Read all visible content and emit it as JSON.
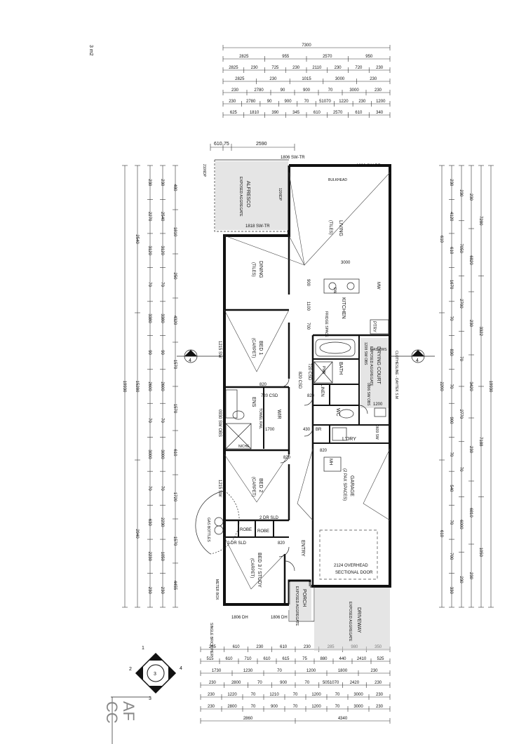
{
  "margin_note": "3 m2",
  "rooms": {
    "alfresco": {
      "name": "ALFRESCO",
      "note": "EXPOSED AGGREGATE"
    },
    "living": {
      "name": "LIVING",
      "floor": "(TILES)"
    },
    "dining": {
      "name": "DINING",
      "floor": "(TILES)"
    },
    "kitchen": {
      "name": "KITCHEN"
    },
    "bed1": {
      "name": "BED 1",
      "floor": "(CARPET)"
    },
    "ens": {
      "name": "ENS"
    },
    "wir": {
      "name": "WIR"
    },
    "bath": {
      "name": "BATH"
    },
    "linen": {
      "name": "LINEN"
    },
    "wc": {
      "name": "WC"
    },
    "ldry": {
      "name": "L'DRY"
    },
    "drying_court": {
      "name": "DRYING COURT",
      "note": "EXPOSED AGGREGATE"
    },
    "bed2": {
      "name": "BED 2",
      "floor": "(CARPET)"
    },
    "garage": {
      "name": "GARAGE",
      "note": "(2 PAX SPACES)"
    },
    "bed3": {
      "name": "BED 3 / STUDY",
      "floor": "(CARPET)"
    },
    "porch": {
      "name": "PORCH",
      "note": "EXPOSED AGGREGATE"
    },
    "driveway": {
      "name": "DRIVEWAY",
      "note": "EXPOSED AGGREGATE"
    },
    "entry": {
      "name": "ENTRY"
    },
    "robe_a": {
      "name": "ROBE"
    },
    "robe_b": {
      "name": "ROBE"
    }
  },
  "fixtures": {
    "bulkhead": "BULKHEAD",
    "pantry": "PTRY",
    "mw": "MW",
    "fridge": "FRIDGE SPACE",
    "dw": "DW",
    "mh": "MH",
    "niche": "NICHE",
    "towel_rail": "TOWEL RAIL",
    "gas_hws": "GAS HWS",
    "clothesline": "CLOTHESLINE - DAYTEK S.M",
    "gas_bottles": "GAS BOTTLES",
    "meter_box": "METER BOX",
    "br": "BR",
    "pwb": "PWB",
    "single_brick_pier": "SINGLE BRICK PIER"
  },
  "openings": {
    "sw_tr_top": "1806 SW-TR",
    "sw_tr_top_b": "1806 SW-DP",
    "sw_tr_alfresco": "1818 SW-TR",
    "sw_1215_a": "1215 SW",
    "sw_1215_b": "1215 SW",
    "sw_0930": "0930 SW OBS",
    "csd_820": "820 CSD",
    "csd_720": "720 CSD",
    "csd_720b": "720 CSD",
    "dr_sld_a": "2 DR SLD",
    "dr_sld_b": "2 DR SLD",
    "overhead_door_a": "2124 OVERHEAD",
    "overhead_door_b": "SECTIONAL DOOR",
    "dh_1806": "1806 DH",
    "dh_1806b": "1806 DH",
    "sw_1208": "1208 SW OBS",
    "sw_0806": "0806 SW OBS",
    "sw_0609": "0609 SW",
    "fp_1": "2106DP",
    "fp_2": "1206DP",
    "d_820a": "820",
    "d_820b": "820",
    "d_820c": "820",
    "d_820d": "820",
    "d_820e": "820",
    "d_430": "430",
    "d_900": "900",
    "d_1100": "1100",
    "d_700": "700",
    "d_1700": "1700",
    "d_3000": "3000",
    "d_1200": "1200"
  },
  "top_dims": [
    {
      "cells": [
        "7300"
      ]
    },
    {
      "cells": [
        "2825",
        "955",
        "2570",
        "950"
      ]
    },
    {
      "cells": [
        "2825",
        "230",
        "725",
        "230",
        "2110",
        "230",
        "720",
        "230"
      ]
    },
    {
      "cells": [
        "2825",
        "230",
        "1015",
        "3000",
        "230"
      ]
    },
    {
      "cells": [
        "230",
        "2780",
        "90",
        "900",
        "70",
        "3000",
        "230"
      ]
    },
    {
      "cells": [
        "230",
        "2780",
        "90",
        "900",
        "70",
        "51070",
        "1220",
        "230",
        "1200"
      ]
    },
    {
      "cells": [
        "625",
        "1810",
        "390",
        "345",
        "610",
        "2570",
        "610",
        "340"
      ]
    }
  ],
  "top_small": [
    "610",
    "75",
    "2590"
  ],
  "bottom_dims": [
    {
      "cells": [
        "285",
        "610",
        "230",
        "610",
        "230",
        "285",
        "980",
        "350"
      ]
    },
    {
      "cells": [
        "515",
        "610",
        "710",
        "610",
        "615",
        "75",
        "880",
        "440",
        "2410",
        "525"
      ]
    },
    {
      "cells": [
        "1730",
        "1230",
        "70",
        "1200",
        "1800",
        "230"
      ]
    },
    {
      "cells": [
        "230",
        "2800",
        "70",
        "900",
        "70",
        "5051070",
        "2420",
        "230"
      ]
    },
    {
      "cells": [
        "230",
        "1220",
        "70",
        "1210",
        "70",
        "1200",
        "70",
        "3000",
        "230"
      ]
    },
    {
      "cells": [
        "230",
        "2800",
        "70",
        "900",
        "70",
        "1200",
        "70",
        "3000",
        "230"
      ]
    },
    {
      "cells": [
        "2860",
        "4340"
      ]
    }
  ],
  "left_dims": [
    {
      "cells": [
        "19930"
      ]
    },
    {
      "cells": [
        "2540",
        "15280",
        "2940"
      ]
    },
    {
      "cells": [
        "230",
        "2270",
        "3120",
        "70",
        "3380",
        "90",
        "2600",
        "70",
        "3000",
        "70",
        "630",
        "2230",
        "230"
      ]
    },
    {
      "cells": [
        "230",
        "2540",
        "3120",
        "70",
        "3380",
        "90",
        "2600",
        "70",
        "3000",
        "70",
        "2230",
        "1050",
        "230"
      ]
    },
    {
      "cells": [
        "480",
        "1810",
        "250",
        "4320",
        "1570",
        "1570",
        "610",
        "1720",
        "1570",
        "4455"
      ]
    }
  ],
  "right_dims": [
    {
      "cells": [
        "19930"
      ]
    },
    {
      "cells": [
        "7280",
        "3322",
        "7188",
        "1050"
      ]
    },
    {
      "cells": [
        "230",
        "6820",
        "230",
        "3420",
        "230",
        "6810",
        "230"
      ]
    },
    {
      "cells": [
        "230",
        "7050",
        "2700",
        "70",
        "2770",
        "70",
        "6000",
        "230"
      ]
    },
    {
      "cells": [
        "230",
        "4120",
        "610",
        "1670",
        "70",
        "830",
        "70",
        "900",
        "70",
        "540",
        "70",
        "700",
        "330"
      ]
    },
    {
      "cells": [
        "610",
        "2200",
        "610"
      ]
    }
  ],
  "section_markers": {
    "left": {
      "letter": "A",
      "number": "4"
    },
    "right": {
      "letter": "A",
      "number": "4"
    }
  },
  "compass": {
    "center": "3",
    "n1": "1",
    "n2": "2",
    "n3": "3",
    "n4": "4"
  },
  "title_block": {
    "line1": "AF",
    "line2": "CC"
  }
}
